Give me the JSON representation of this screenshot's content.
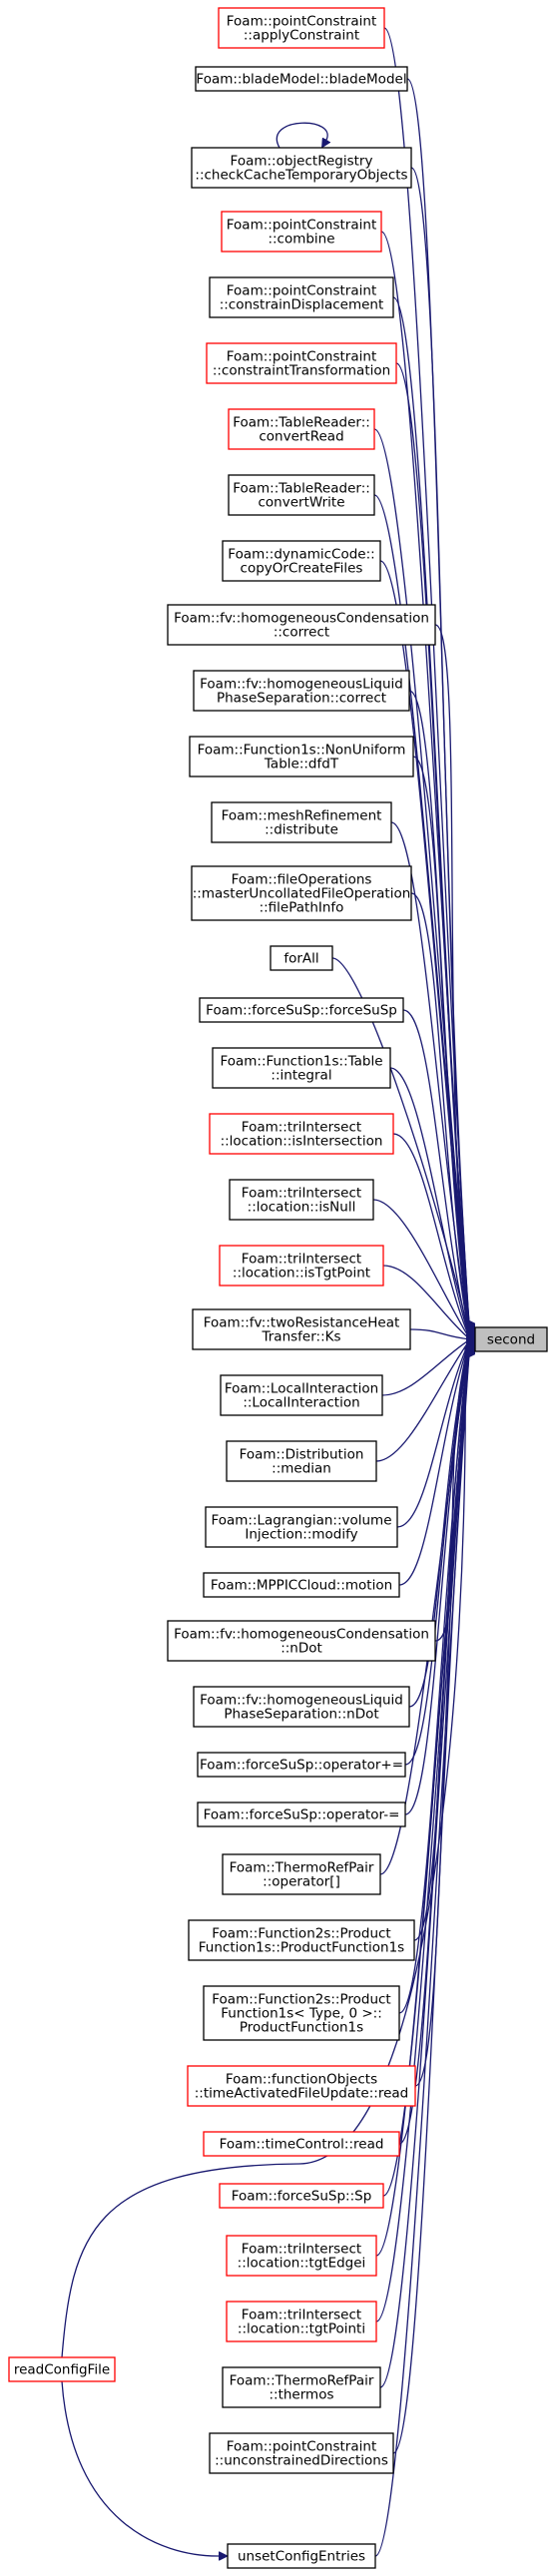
{
  "graph": {
    "target": {
      "id": "second",
      "lines": [
        "second"
      ],
      "style": "focus"
    },
    "colors": {
      "edge": "#191970",
      "border_black": "#000000",
      "border_red": "#ff0000",
      "focus_fill": "#bfbfbf"
    },
    "nodes": [
      {
        "id": "applyConstraint",
        "lines": [
          "Foam::pointConstraint",
          "::applyConstraint"
        ],
        "style": "red"
      },
      {
        "id": "bladeModel",
        "lines": [
          "Foam::bladeModel::bladeModel"
        ],
        "style": "black"
      },
      {
        "id": "checkCache",
        "lines": [
          "Foam::objectRegistry",
          "::checkCacheTemporaryObjects"
        ],
        "style": "black"
      },
      {
        "id": "combine",
        "lines": [
          "Foam::pointConstraint",
          "::combine"
        ],
        "style": "red"
      },
      {
        "id": "constrainDisplacement",
        "lines": [
          "Foam::pointConstraint",
          "::constrainDisplacement"
        ],
        "style": "black"
      },
      {
        "id": "constraintTransformation",
        "lines": [
          "Foam::pointConstraint",
          "::constraintTransformation"
        ],
        "style": "red"
      },
      {
        "id": "convertRead",
        "lines": [
          "Foam::TableReader::",
          "convertRead"
        ],
        "style": "red"
      },
      {
        "id": "convertWrite",
        "lines": [
          "Foam::TableReader::",
          "convertWrite"
        ],
        "style": "black"
      },
      {
        "id": "copyOrCreateFiles",
        "lines": [
          "Foam::dynamicCode::",
          "copyOrCreateFiles"
        ],
        "style": "black"
      },
      {
        "id": "correctCond",
        "lines": [
          "Foam::fv::homogeneousCondensation",
          "::correct"
        ],
        "style": "black"
      },
      {
        "id": "correctLiquid",
        "lines": [
          "Foam::fv::homogeneousLiquid",
          "PhaseSeparation::correct"
        ],
        "style": "black"
      },
      {
        "id": "dfdT",
        "lines": [
          "Foam::Function1s::NonUniform",
          "Table::dfdT"
        ],
        "style": "black"
      },
      {
        "id": "distribute",
        "lines": [
          "Foam::meshRefinement",
          "::distribute"
        ],
        "style": "black"
      },
      {
        "id": "filePathInfo",
        "lines": [
          "Foam::fileOperations",
          "::masterUncollatedFileOperation",
          "::filePathInfo"
        ],
        "style": "black"
      },
      {
        "id": "forAll",
        "lines": [
          "forAll"
        ],
        "style": "black"
      },
      {
        "id": "forceSuSp",
        "lines": [
          "Foam::forceSuSp::forceSuSp"
        ],
        "style": "black"
      },
      {
        "id": "integral",
        "lines": [
          "Foam::Function1s::Table",
          "::integral"
        ],
        "style": "black"
      },
      {
        "id": "isIntersection",
        "lines": [
          "Foam::triIntersect",
          "::location::isIntersection"
        ],
        "style": "red"
      },
      {
        "id": "isNull",
        "lines": [
          "Foam::triIntersect",
          "::location::isNull"
        ],
        "style": "black"
      },
      {
        "id": "isTgtPoint",
        "lines": [
          "Foam::triIntersect",
          "::location::isTgtPoint"
        ],
        "style": "red"
      },
      {
        "id": "Ks",
        "lines": [
          "Foam::fv::twoResistanceHeat",
          "Transfer::Ks"
        ],
        "style": "black"
      },
      {
        "id": "LocalInteraction",
        "lines": [
          "Foam::LocalInteraction",
          "::LocalInteraction"
        ],
        "style": "black"
      },
      {
        "id": "median",
        "lines": [
          "Foam::Distribution",
          "::median"
        ],
        "style": "black"
      },
      {
        "id": "modify",
        "lines": [
          "Foam::Lagrangian::volume",
          "Injection::modify"
        ],
        "style": "black"
      },
      {
        "id": "motion",
        "lines": [
          "Foam::MPPICCloud::motion"
        ],
        "style": "black"
      },
      {
        "id": "nDotCond",
        "lines": [
          "Foam::fv::homogeneousCondensation",
          "::nDot"
        ],
        "style": "black"
      },
      {
        "id": "nDotLiquid",
        "lines": [
          "Foam::fv::homogeneousLiquid",
          "PhaseSeparation::nDot"
        ],
        "style": "black"
      },
      {
        "id": "opPlus",
        "lines": [
          "Foam::forceSuSp::operator+="
        ],
        "style": "black"
      },
      {
        "id": "opMinus",
        "lines": [
          "Foam::forceSuSp::operator-="
        ],
        "style": "black"
      },
      {
        "id": "opIndex",
        "lines": [
          "Foam::ThermoRefPair",
          "::operator[]"
        ],
        "style": "black"
      },
      {
        "id": "productFunction1s",
        "lines": [
          "Foam::Function2s::Product",
          "Function1s::ProductFunction1s"
        ],
        "style": "black"
      },
      {
        "id": "productFunction1sType",
        "lines": [
          "Foam::Function2s::Product",
          "Function1s< Type, 0 >::",
          "ProductFunction1s"
        ],
        "style": "black"
      },
      {
        "id": "timeActivatedRead",
        "lines": [
          "Foam::functionObjects",
          "::timeActivatedFileUpdate::read"
        ],
        "style": "red"
      },
      {
        "id": "timeControlRead",
        "lines": [
          "Foam::timeControl::read"
        ],
        "style": "red"
      },
      {
        "id": "Sp",
        "lines": [
          "Foam::forceSuSp::Sp"
        ],
        "style": "red"
      },
      {
        "id": "tgtEdgei",
        "lines": [
          "Foam::triIntersect",
          "::location::tgtEdgei"
        ],
        "style": "red"
      },
      {
        "id": "tgtPointi",
        "lines": [
          "Foam::triIntersect",
          "::location::tgtPointi"
        ],
        "style": "red"
      },
      {
        "id": "thermos",
        "lines": [
          "Foam::ThermoRefPair",
          "::thermos"
        ],
        "style": "black"
      },
      {
        "id": "unconstrainedDirections",
        "lines": [
          "Foam::pointConstraint",
          "::unconstrainedDirections"
        ],
        "style": "black"
      },
      {
        "id": "unsetConfigEntries",
        "lines": [
          "unsetConfigEntries"
        ],
        "style": "black"
      },
      {
        "id": "readConfigFile",
        "lines": [
          "readConfigFile"
        ],
        "style": "red"
      }
    ]
  }
}
